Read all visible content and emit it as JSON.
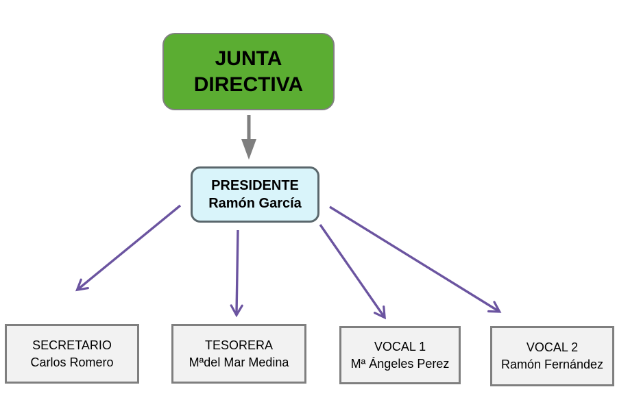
{
  "org_chart": {
    "root": {
      "label": "JUNTA DIRECTIVA"
    },
    "president": {
      "role": "PRESIDENTE",
      "name": "Ramón García"
    },
    "members": [
      {
        "role": "SECRETARIO",
        "name": "Carlos Romero"
      },
      {
        "role": "TESORERA",
        "name": "Mªdel Mar Medina"
      },
      {
        "role": "VOCAL 1",
        "name": "Mª Ángeles Perez"
      },
      {
        "role": "VOCAL 2",
        "name": "Ramón Fernández"
      }
    ],
    "colors": {
      "root_fill": "#5BAD32",
      "root_border": "#808080",
      "president_fill": "#D9F4FA",
      "president_border": "#5A676C",
      "member_fill": "#F2F2F2",
      "member_border": "#7F7F7F",
      "arrow_gray": "#7F7F7F",
      "arrow_purple": "#6B54A0",
      "text": "#000000"
    }
  }
}
